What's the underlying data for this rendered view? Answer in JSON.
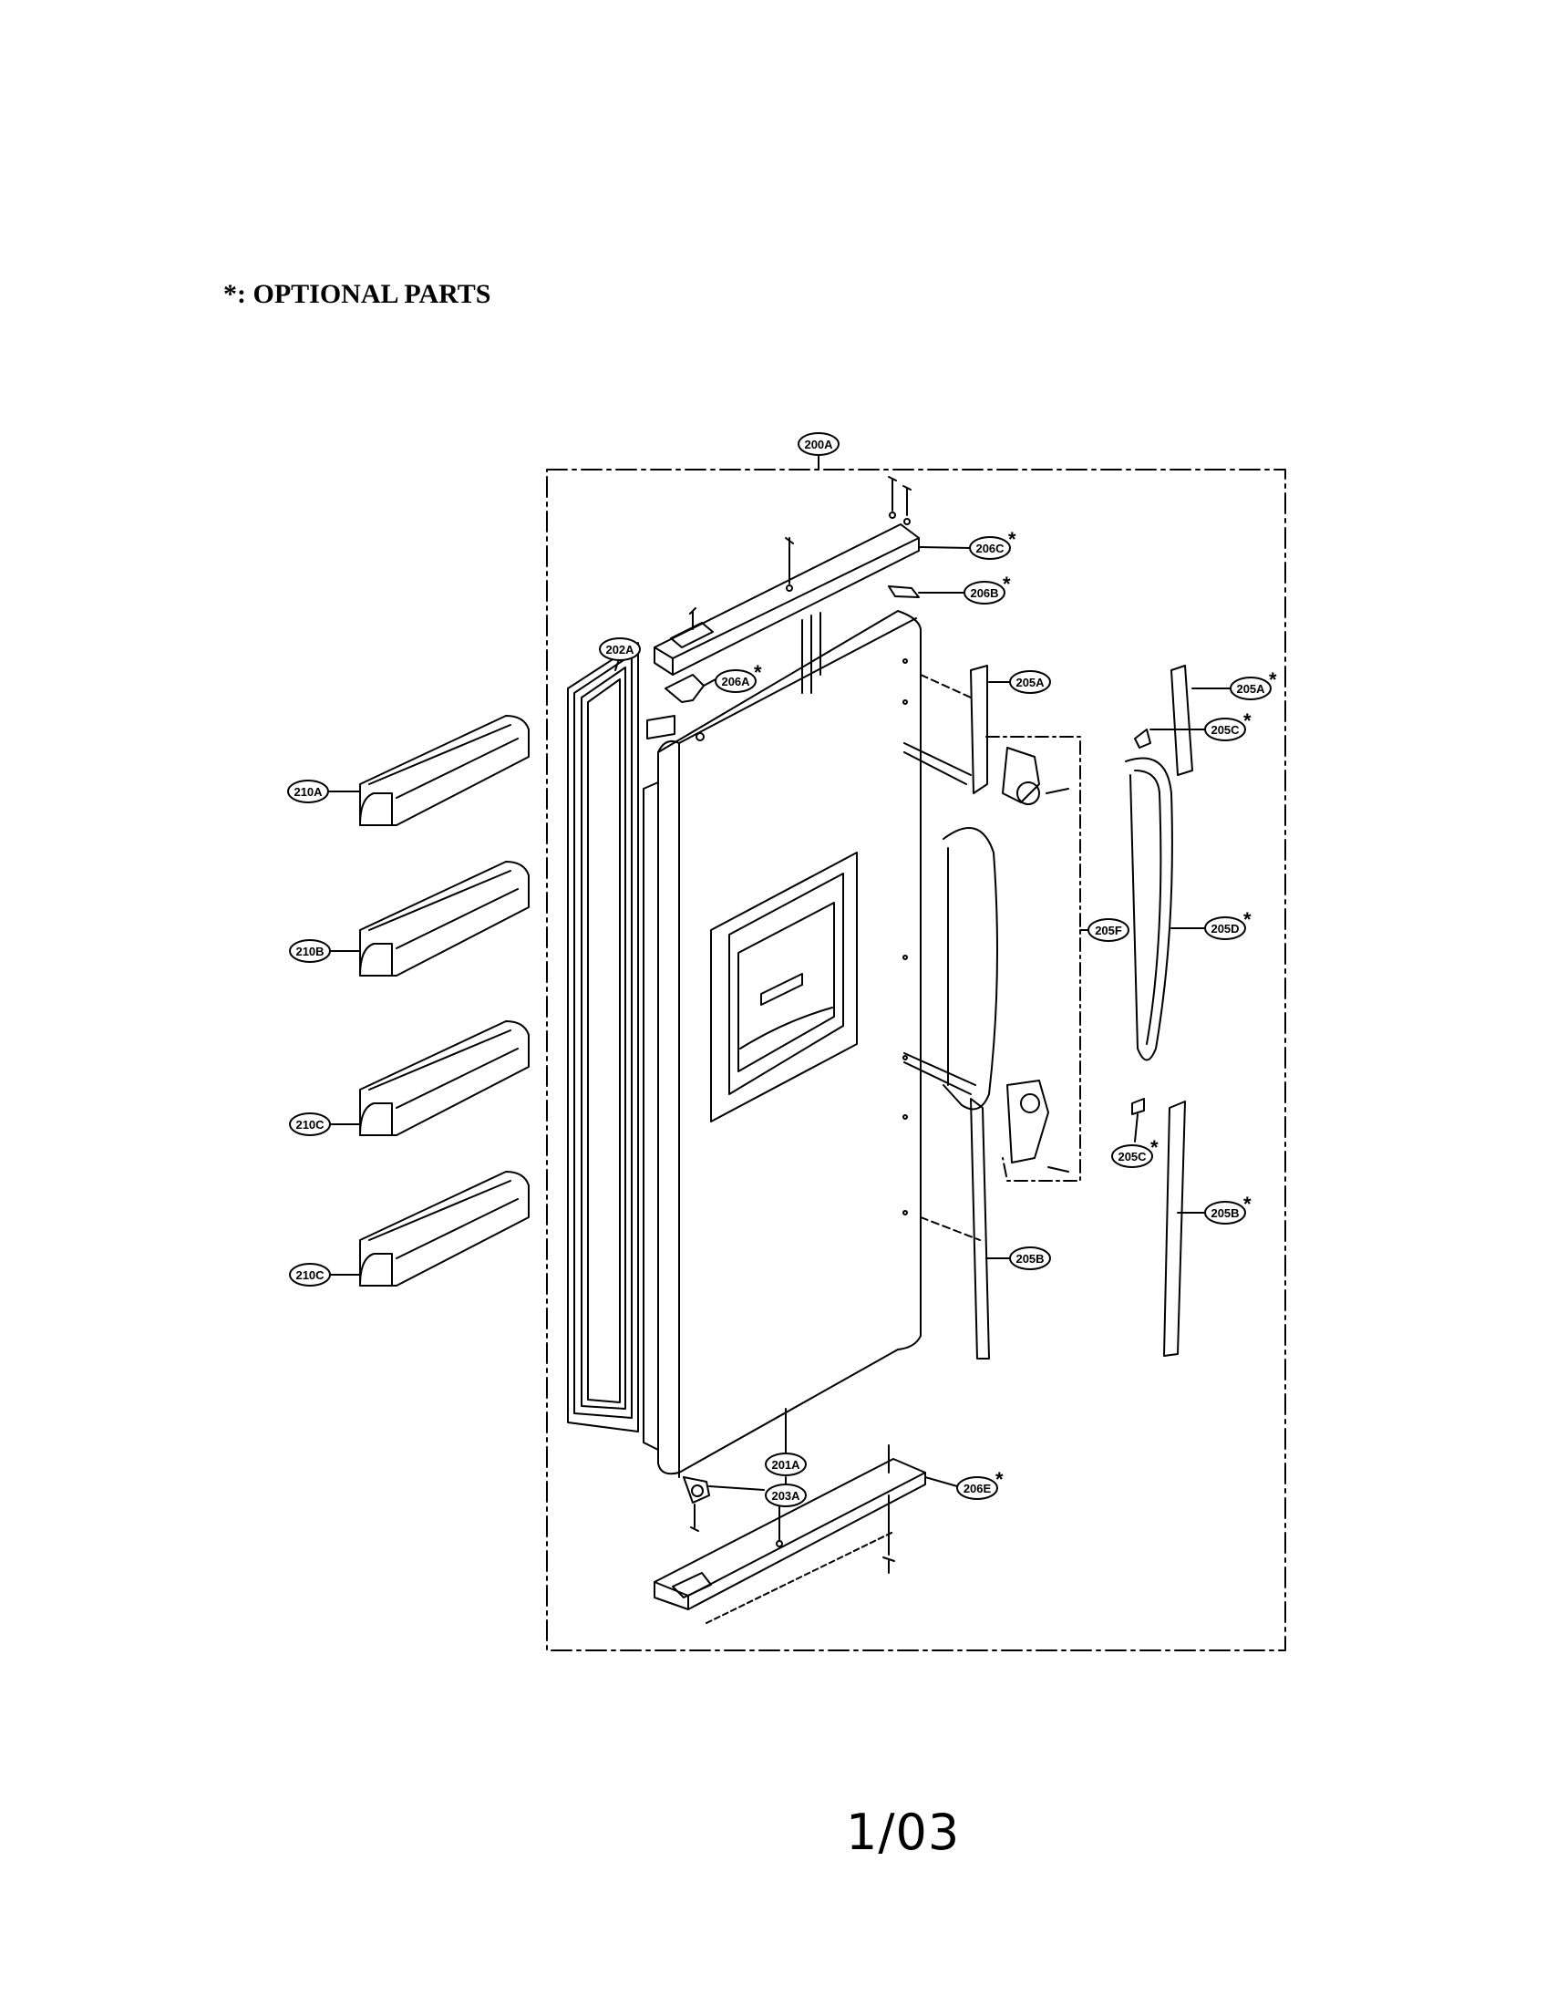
{
  "header": {
    "note": "*: OPTIONAL PARTS"
  },
  "footer": {
    "page": "1/03"
  },
  "callouts": [
    {
      "id": "c-200A",
      "label": "200A",
      "star": false
    },
    {
      "id": "c-206C",
      "label": "206C",
      "star": true
    },
    {
      "id": "c-206B",
      "label": "206B",
      "star": true
    },
    {
      "id": "c-202A",
      "label": "202A",
      "star": false
    },
    {
      "id": "c-206A",
      "label": "206A",
      "star": true
    },
    {
      "id": "c-205A-inner",
      "label": "205A",
      "star": false
    },
    {
      "id": "c-205A-outer",
      "label": "205A",
      "star": true
    },
    {
      "id": "c-205C-top",
      "label": "205C",
      "star": true
    },
    {
      "id": "c-210A",
      "label": "210A",
      "star": false
    },
    {
      "id": "c-210B",
      "label": "210B",
      "star": false
    },
    {
      "id": "c-210C-1",
      "label": "210C",
      "star": false
    },
    {
      "id": "c-210C-2",
      "label": "210C",
      "star": false
    },
    {
      "id": "c-205F",
      "label": "205F",
      "star": false
    },
    {
      "id": "c-205D",
      "label": "205D",
      "star": true
    },
    {
      "id": "c-205C-bottom",
      "label": "205C",
      "star": true
    },
    {
      "id": "c-205B-outer",
      "label": "205B",
      "star": true
    },
    {
      "id": "c-205B-inner",
      "label": "205B",
      "star": false
    },
    {
      "id": "c-201A",
      "label": "201A",
      "star": false
    },
    {
      "id": "c-203A",
      "label": "203A",
      "star": false
    },
    {
      "id": "c-206E",
      "label": "206E",
      "star": true
    }
  ],
  "star_symbol": "*"
}
